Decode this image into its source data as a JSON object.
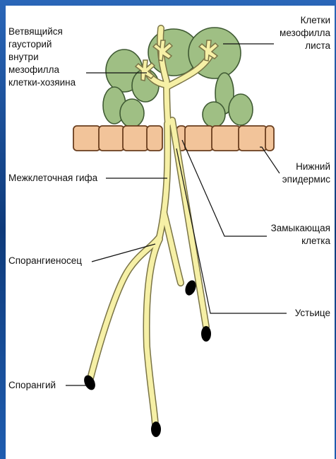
{
  "labels": {
    "haustorium": "Ветвящийся\nгаусторий\nвнутри\nмезофилла\nклетки-хозяина",
    "intercellular_hypha": "Межклеточная гифа",
    "sporangiophore": "Спорангиеносец",
    "sporangium": "Спорангий",
    "mesophyll_cells": "Клетки\nмезофилла\nлиста",
    "lower_epidermis": "Нижний\nэпидермис",
    "guard_cell": "Замыкающая\nклетка",
    "stoma": "Устьице"
  },
  "colors": {
    "mesophyll": "#9fbf84",
    "hypha": "#f6f0a6",
    "epidermis": "#f2c49a",
    "sporangium": "#000000",
    "background": "#0e3a7a"
  }
}
